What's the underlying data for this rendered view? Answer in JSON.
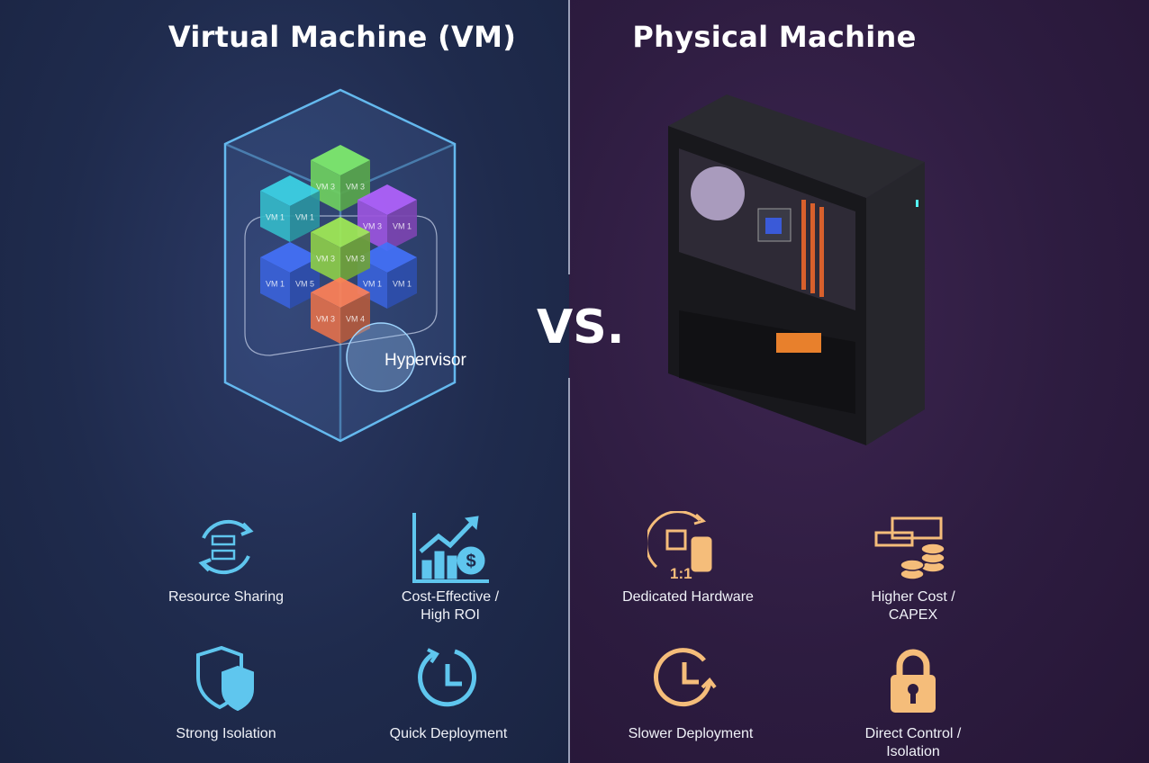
{
  "vm": {
    "title": "Virtual Machine (VM)",
    "hypervisor_label": "Hypervisor",
    "cubes": [
      {
        "left": "VM 3",
        "right": "VM 3",
        "color": "#6fcf5f"
      },
      {
        "left": "VM 1",
        "right": "VM 1",
        "color": "#34b8c8"
      },
      {
        "left": "VM 3",
        "right": "VM 1",
        "color": "#9b55dd"
      },
      {
        "left": "VM 1",
        "right": "VM 5",
        "color": "#3a62d8"
      },
      {
        "left": "VM 1",
        "right": "VM 1",
        "color": "#3a62d8"
      },
      {
        "left": "VM 3",
        "right": "VM 3",
        "color": "#8ccc4a"
      },
      {
        "left": "VM 3",
        "right": "VM 4",
        "color": "#e0704c"
      }
    ],
    "features": [
      {
        "label": "Resource Sharing",
        "icon": "resource-sharing-icon"
      },
      {
        "label": "Cost-Effective / High ROI",
        "icon": "roi-chart-icon"
      },
      {
        "label": "Strong Isolation",
        "icon": "shield-icon"
      },
      {
        "label": "Quick Deployment",
        "icon": "clock-icon"
      }
    ],
    "accent": "#5fc6ee"
  },
  "divider_label": "VS.",
  "physical": {
    "title": "Physical Machine",
    "features": [
      {
        "label": "Dedicated Hardware",
        "icon": "dedicated-hardware-icon",
        "badge": "1:1"
      },
      {
        "label": "Higher Cost / CAPEX",
        "icon": "cost-coins-icon"
      },
      {
        "label": "Slower Deployment",
        "icon": "clock-icon"
      },
      {
        "label": "Direct Control / Isolation",
        "icon": "lock-icon"
      }
    ],
    "accent": "#f5bd7a"
  }
}
